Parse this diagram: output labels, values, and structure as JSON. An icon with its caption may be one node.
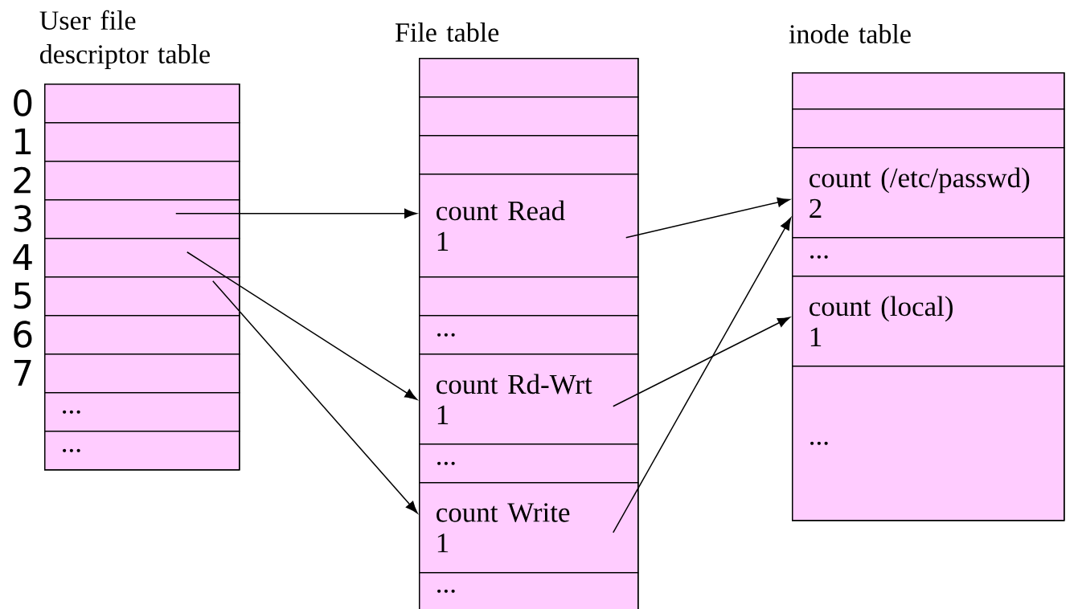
{
  "diagram": {
    "nodes": [
      {
        "text": [
          "User file descriptor table"
        ]
      },
      {
        "text": [],
        "shape": "box",
        "in": 0,
        "beside": [
          "0"
        ]
      },
      {
        "text": [],
        "shape": "box",
        "in": 0,
        "beside": [
          "1"
        ]
      },
      {
        "text": [],
        "shape": "box",
        "in": 0,
        "beside": [
          "2"
        ]
      },
      {
        "text": [],
        "shape": "box",
        "in": 0,
        "beside": [
          "3"
        ]
      },
      {
        "text": [],
        "shape": "box",
        "in": 0,
        "beside": [
          "4"
        ]
      },
      {
        "text": [],
        "shape": "box",
        "in": 0,
        "beside": [
          "5"
        ]
      },
      {
        "text": [],
        "shape": "box",
        "in": 0,
        "beside": [
          "6"
        ]
      },
      {
        "text": [],
        "shape": "box",
        "in": 0,
        "beside": [
          "7"
        ]
      },
      {
        "text": [
          "..."
        ],
        "in": 0
      },
      {
        "text": [
          "..."
        ],
        "in": 0
      },
      {
        "text": [
          "File table"
        ]
      },
      {
        "text": [],
        "shape": "box",
        "in": 11
      },
      {
        "text": [],
        "shape": "box",
        "in": 11
      },
      {
        "text": [],
        "shape": "box",
        "in": 11
      },
      {
        "text": [
          "count Read",
          "1"
        ],
        "in": 11
      },
      {
        "text": [],
        "shape": "box",
        "in": 11
      },
      {
        "text": [
          "..."
        ],
        "in": 11
      },
      {
        "text": [
          "count Rd-Wrt",
          "1"
        ],
        "in": 11
      },
      {
        "text": [
          "..."
        ],
        "in": 11
      },
      {
        "text": [
          "count Write",
          "1"
        ],
        "in": 11
      },
      {
        "text": [
          "..."
        ],
        "in": 11
      },
      {
        "text": [
          "inode table"
        ]
      },
      {
        "text": [],
        "shape": "box",
        "in": 22
      },
      {
        "text": [],
        "shape": "box",
        "in": 22
      },
      {
        "text": [
          "count (/etc/passwd)",
          "2"
        ],
        "in": 22
      },
      {
        "text": [
          "..."
        ],
        "in": 22
      },
      {
        "text": [
          "count (local)",
          "1"
        ],
        "in": 22
      },
      {
        "text": [
          "..."
        ],
        "in": 22
      }
    ],
    "edges": [
      {
        "from": 4,
        "to": 15,
        "arrow": "to"
      },
      {
        "from": 5,
        "to": 18,
        "arrow": "to"
      },
      {
        "from": 6,
        "to": 20,
        "arrow": "to"
      },
      {
        "from": 15,
        "to": 25,
        "arrow": "to"
      },
      {
        "from": 18,
        "to": 27,
        "arrow": "to"
      },
      {
        "from": 20,
        "to": 25,
        "arrow": "to"
      }
    ]
  }
}
